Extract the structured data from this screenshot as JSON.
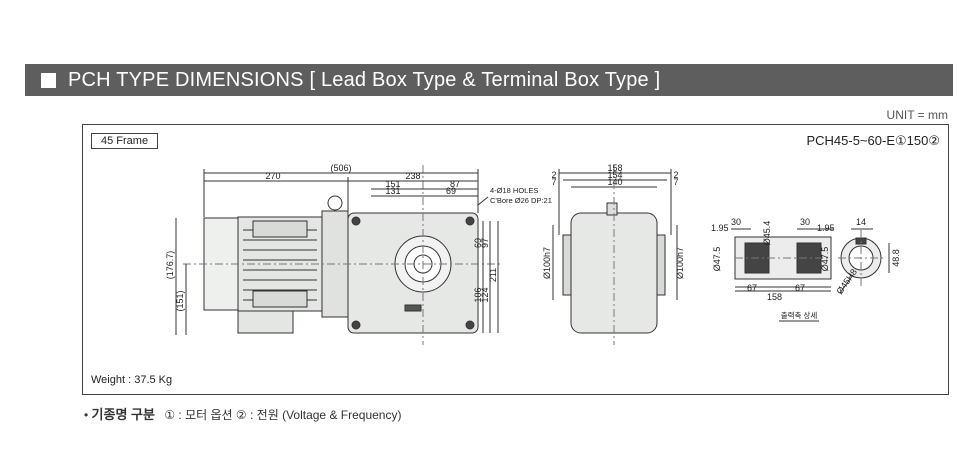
{
  "header": {
    "title": "PCH TYPE DIMENSIONS [ Lead Box Type & Terminal Box Type ]",
    "unit": "UNIT = mm"
  },
  "frame": {
    "label": "45 Frame",
    "model_code": "PCH45-5~60-E①150②",
    "weight": "Weight : 37.5 Kg"
  },
  "dimensions": {
    "overall": "(506)",
    "motor_length": "270",
    "gear_length": "238",
    "d151": "151",
    "d87": "87",
    "d131": "131",
    "d69": "69",
    "holes": "4-Ø18 HOLES",
    "cbore": "C'Bore Ø26 DP:21",
    "h176": "(176.7)",
    "h151": "(151)",
    "h69": "69",
    "h97": "97",
    "h106": "106",
    "h124": "124",
    "h211": "211",
    "w158": "158",
    "w154": "154",
    "w140": "140",
    "w2a": "2",
    "w7a": "7",
    "w2b": "2",
    "w7b": "7",
    "dia100_a": "Ø100h7",
    "dia100_b": "Ø100h7",
    "s195a": "1.95",
    "s30a": "30",
    "s454": "Ø45.4",
    "s30b": "30",
    "s195b": "1.95",
    "s475a": "Ø47.5",
    "s475b": "Ø47.5",
    "s67a": "67",
    "s158": "158",
    "s67b": "67",
    "s14": "14",
    "s488": "48.8",
    "s45h8": "Ø45H8",
    "shaft_caption": "출력축 상세"
  },
  "footnote": {
    "bullet": "•",
    "label": "기종명 구분",
    "text": "① : 모터 옵션   ② : 전원 (Voltage & Frequency)"
  }
}
